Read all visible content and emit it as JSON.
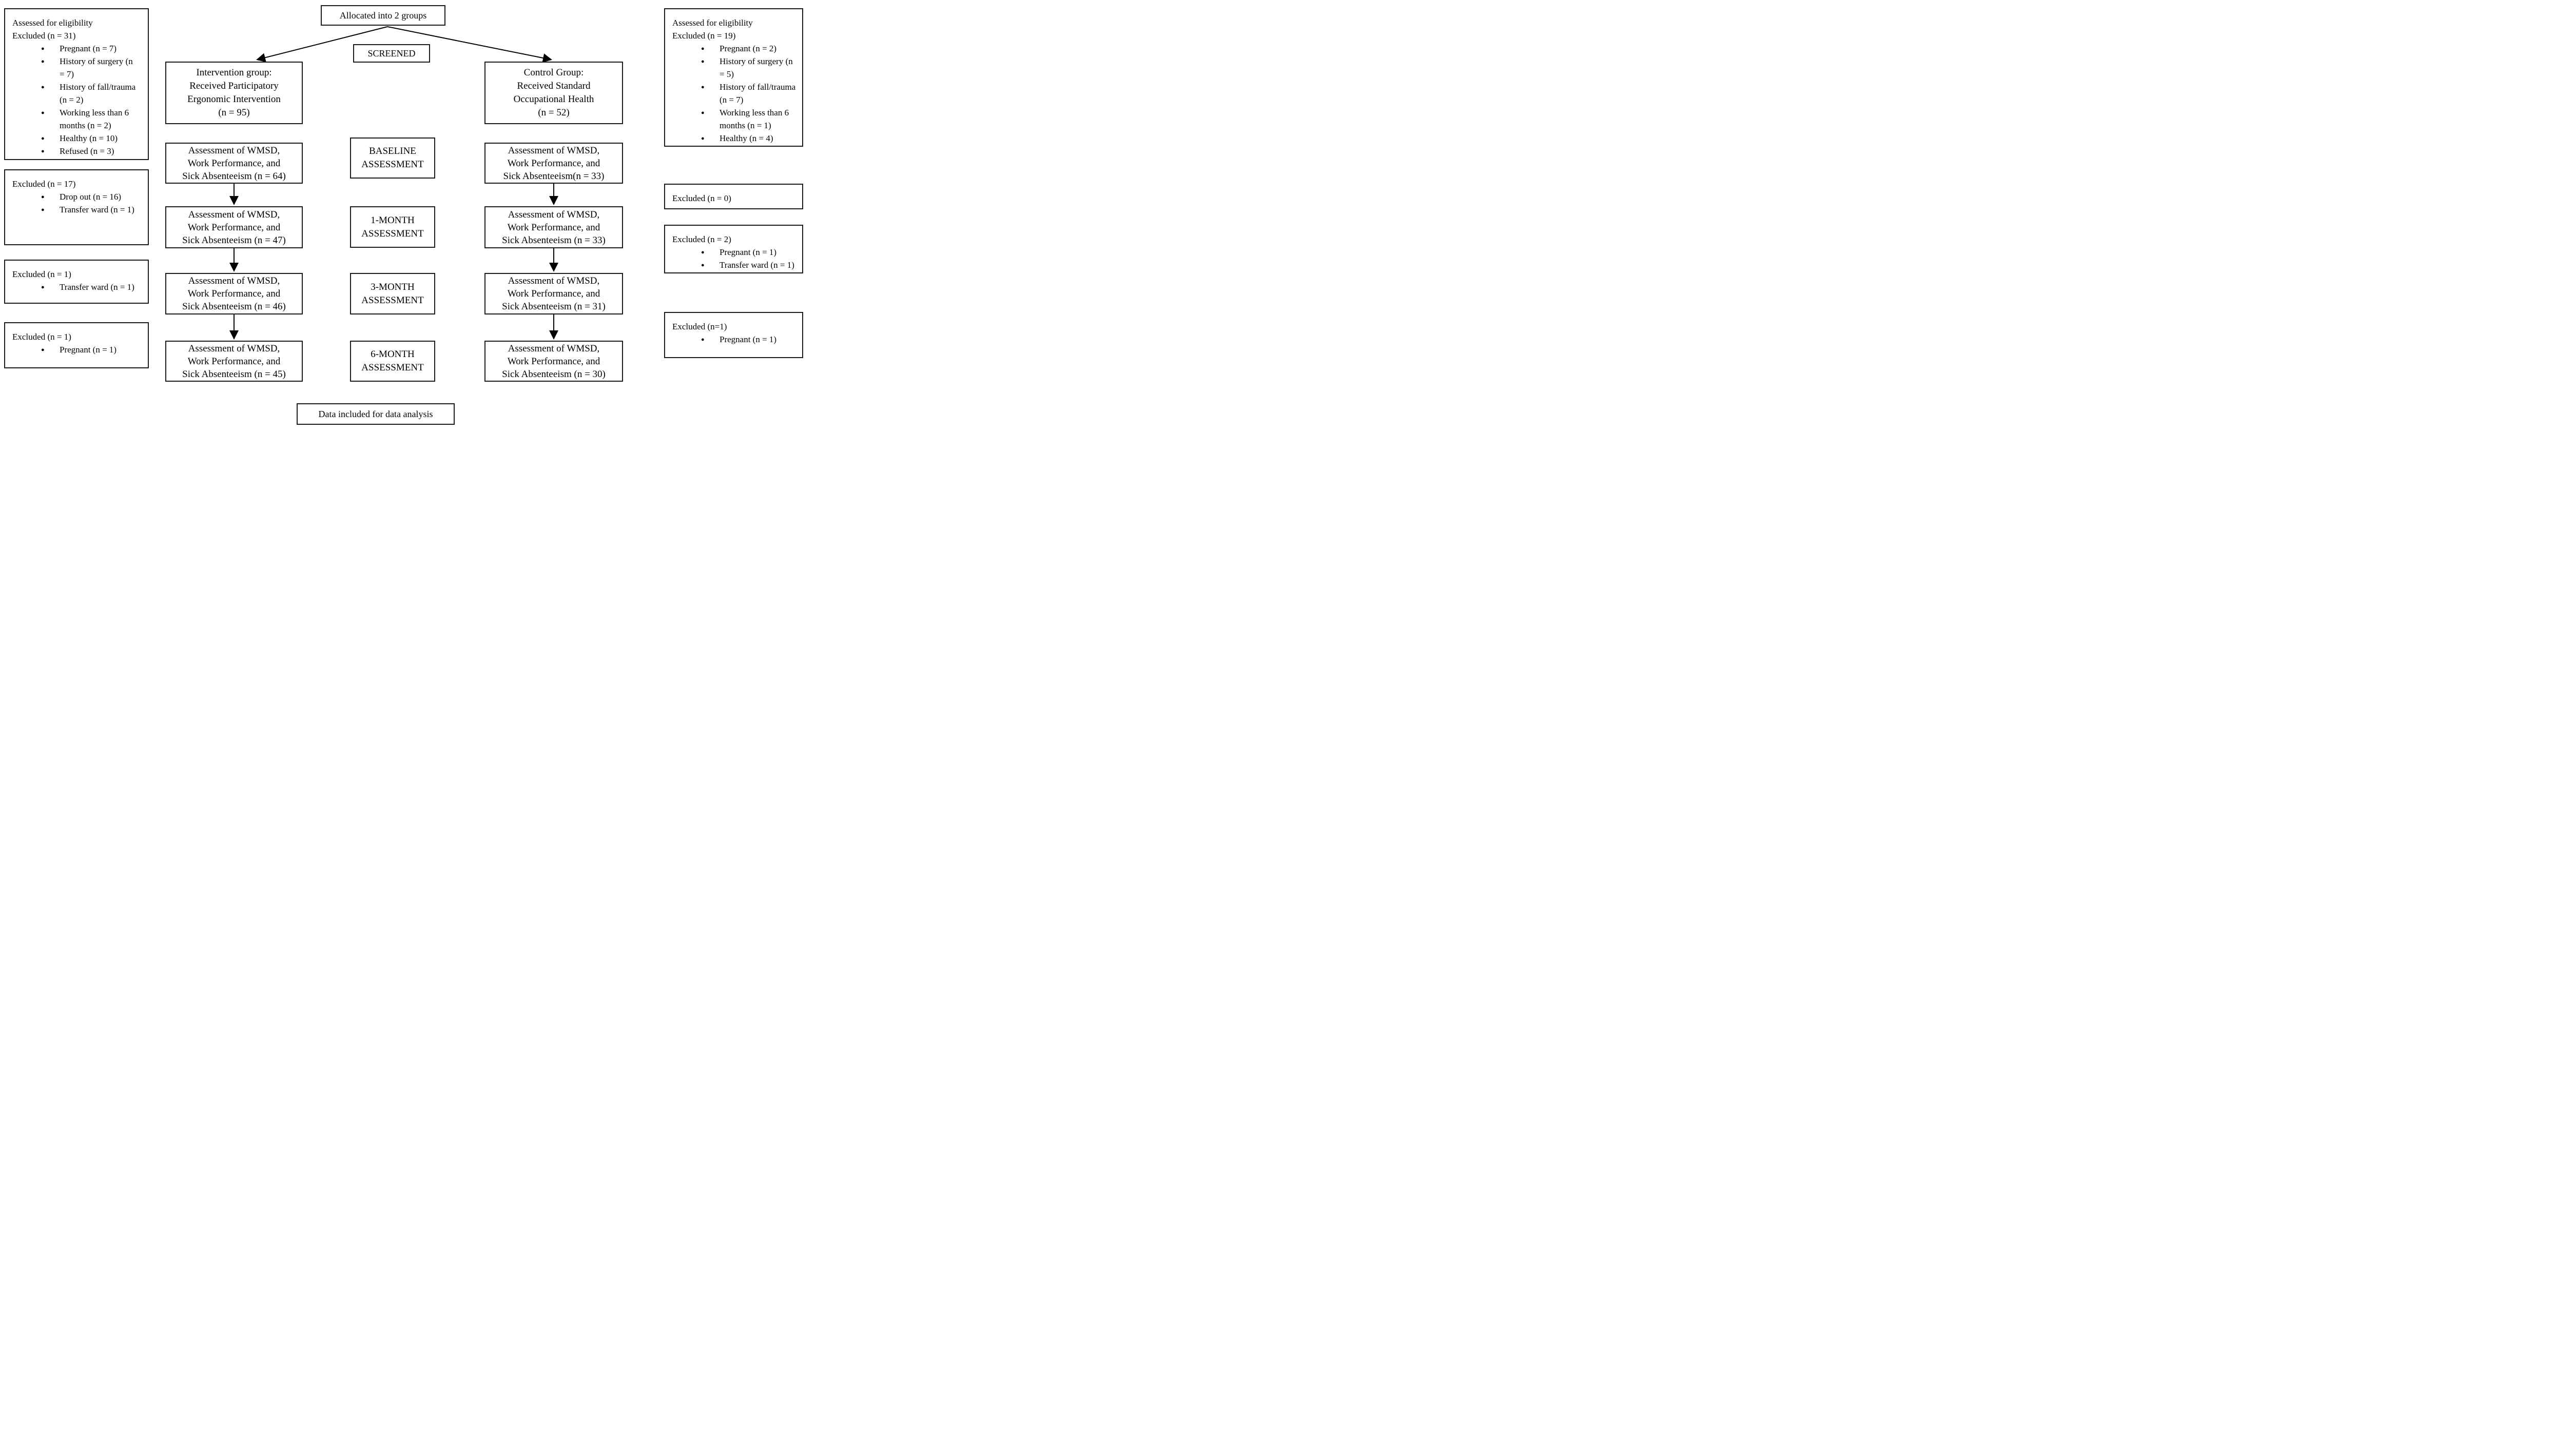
{
  "colors": {
    "border": "#1c1c1c",
    "background": "#ffffff",
    "text": "#000000"
  },
  "top": {
    "allocated_label": "Allocated into 2 groups",
    "screened_label": "SCREENED"
  },
  "left_column": {
    "boxes": [
      {
        "header": "Assessed for eligibility\nExcluded (n = 31)",
        "bullets": [
          "Pregnant (n = 7)",
          "History of surgery (n\n= 7)",
          "History of fall/trauma\n(n = 2)",
          "Working less than 6\nmonths (n = 2)",
          "Healthy (n = 10)",
          "Refused (n = 3)"
        ]
      },
      {
        "header": "Excluded (n = 17)",
        "bullets": [
          "Drop out (n = 16)",
          "Transfer ward (n = 1)"
        ]
      },
      {
        "header": "Excluded (n = 1)",
        "bullets": [
          "Transfer ward (n = 1)"
        ]
      },
      {
        "header": "Excluded (n = 1)",
        "bullets": [
          "Pregnant (n = 1)"
        ]
      }
    ]
  },
  "intervention_column": {
    "group_box": "Intervention group:\nReceived Participatory\nErgonomic Intervention\n(n = 95)",
    "assessments": [
      "Assessment of WMSD,\nWork Performance, and\nSick Absenteeism (n = 64)",
      "Assessment of WMSD,\nWork Performance, and\nSick Absenteeism (n = 47)",
      "Assessment of WMSD,\nWork Performance, and\nSick Absenteeism (n = 46)",
      "Assessment of WMSD,\nWork Performance, and\nSick Absenteeism (n = 45)"
    ]
  },
  "control_column": {
    "group_box": "Control Group:\nReceived Standard\nOccupational Health\n(n = 52)",
    "assessments": [
      "Assessment of WMSD,\nWork Performance, and\nSick Absenteeism(n = 33)",
      "Assessment of WMSD,\nWork Performance, and\nSick Absenteeism (n = 33)",
      "Assessment of WMSD,\nWork Performance, and\nSick Absenteeism (n = 31)",
      "Assessment of WMSD,\nWork Performance, and\nSick Absenteeism (n = 30)"
    ]
  },
  "center_labels": [
    "BASELINE\nASSESSMENT",
    "1-MONTH\nASSESSMENT",
    "3-MONTH\nASSESSMENT",
    "6-MONTH\nASSESSMENT"
  ],
  "right_column": {
    "boxes": [
      {
        "header": "Assessed for eligibility\nExcluded (n = 19)",
        "bullets": [
          "Pregnant (n = 2)",
          "History of surgery (n\n= 5)",
          "History of fall/trauma\n(n = 7)",
          "Working less than 6\nmonths (n = 1)",
          "Healthy (n = 4)"
        ]
      },
      {
        "header": "Excluded (n = 0)",
        "bullets": []
      },
      {
        "header": "Excluded (n = 2)",
        "bullets": [
          "Pregnant (n = 1)",
          "Transfer ward (n = 1)"
        ]
      },
      {
        "header": "Excluded (n=1)",
        "bullets": [
          "Pregnant (n = 1)"
        ]
      }
    ]
  },
  "bottom": {
    "data_analysis_label": "Data included for data analysis"
  }
}
